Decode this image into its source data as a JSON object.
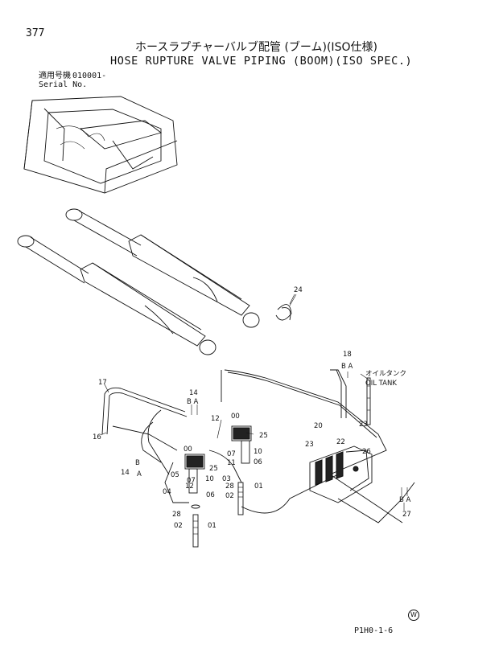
{
  "page_number": "377",
  "title_jp": "ホースラプチャーバルブ配管 (ブーム)(ISO仕様)",
  "title_en": "HOSE RUPTURE VALVE PIPING (BOOM)(ISO SPEC.)",
  "serial_label_jp": "適用号機",
  "serial_value": "010001-",
  "serial_label_en": "Serial No.",
  "oil_tank_jp": "オイルタンク",
  "oil_tank_en": "OIL TANK",
  "mark": "W",
  "doc_code": "P1H0-1-6",
  "callouts": {
    "c24": "24",
    "c17": "17",
    "c16": "16",
    "c14a": "14",
    "c14b": "14",
    "c18": "18",
    "c00a": "00",
    "c00b": "00",
    "c12": "12",
    "c25a": "25",
    "c25b": "25",
    "c10a": "10",
    "c10b": "10",
    "c11": "11",
    "c07a": "07",
    "c07b": "07",
    "c06a": "06",
    "c06b": "06",
    "c03": "03",
    "c05": "05",
    "c04": "04",
    "c28a": "28",
    "c28b": "28",
    "c01a": "01",
    "c01b": "01",
    "c02a": "02",
    "c02b": "02",
    "c20": "20",
    "c22": "22",
    "c23a": "23",
    "c23b": "23",
    "c26": "26",
    "c27": "27",
    "bA1": "B A",
    "bA2": "B A",
    "bA3": "B A",
    "b14B": "B",
    "b14A": "A"
  }
}
